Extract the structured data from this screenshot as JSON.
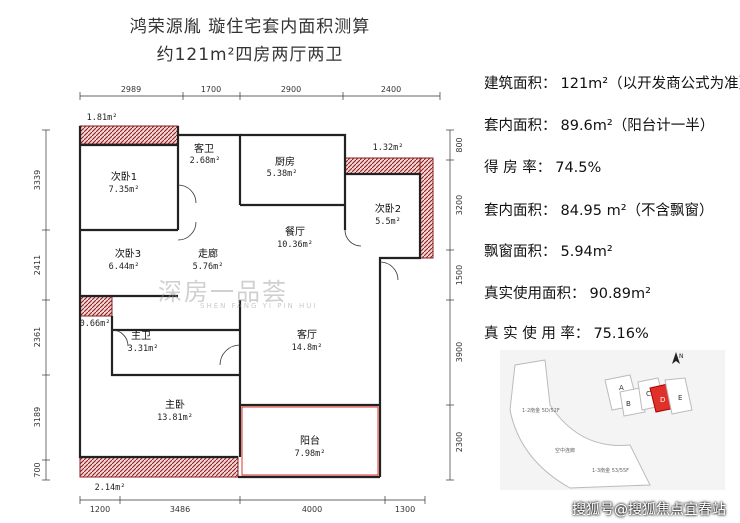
{
  "title": {
    "line1": "鸿荣源胤 璇住宅套内面积测算",
    "line2": "约121m²四房两厅两卫"
  },
  "stats": [
    {
      "label": "建筑面积：",
      "value": "121m²（以开发商公式为准）"
    },
    {
      "label": "套内面积：",
      "value": "89.6m²（阳台计一半）"
    },
    {
      "label": "得 房 率：",
      "value": "74.5%"
    },
    {
      "label": "套内面积：",
      "value": "84.95 m²（不含飘窗）"
    },
    {
      "label": "飘窗面积：",
      "value": "5.94m²"
    },
    {
      "label": "真实使用面积：",
      "value": "90.89m²"
    },
    {
      "label": "真 实 使 用 率：",
      "value": "75.16%"
    }
  ],
  "rooms": {
    "bedroom1": {
      "name": "次卧1",
      "area": "7.35m²"
    },
    "guest_bath": {
      "name": "客卫",
      "area": "2.68m²"
    },
    "kitchen": {
      "name": "厨房",
      "area": "5.38m²"
    },
    "bedroom2": {
      "name": "次卧2",
      "area": "5.5m²"
    },
    "bedroom3": {
      "name": "次卧3",
      "area": "6.44m²"
    },
    "corridor": {
      "name": "走廊",
      "area": "5.76m²"
    },
    "dining": {
      "name": "餐厅",
      "area": "10.36m²"
    },
    "master_bath": {
      "name": "主卫",
      "area": "3.31m²"
    },
    "living": {
      "name": "客厅",
      "area": "14.8m²"
    },
    "master_bedroom": {
      "name": "主卧",
      "area": "13.81m²"
    },
    "balcony": {
      "name": "阳台",
      "area": "7.98m²"
    }
  },
  "small_areas": {
    "top_left": "1.81m²",
    "top_right": "1.32m²",
    "left_mid": "0.66m²",
    "bottom": "2.14m²"
  },
  "dims": {
    "top": [
      "2989",
      "1700",
      "2900",
      "2400"
    ],
    "bottom": [
      "1200",
      "3486",
      "4000",
      "1300"
    ],
    "left": [
      "3339",
      "2411",
      "2361",
      "3189",
      "700"
    ],
    "right": [
      "800",
      "3200",
      "1500",
      "3900",
      "2300"
    ]
  },
  "watermark": {
    "main": "深房一品荟",
    "sub": "SHEN FANG YI PIN HUI"
  },
  "sitemap": {
    "label1": "1-2南金\n5D/52F",
    "label2": "1-3南金\n53/55F",
    "label3": "空中连廊",
    "buildings": [
      "A",
      "B",
      "C",
      "D",
      "E"
    ],
    "north": "N"
  },
  "footer": "搜狐号@搜狐焦点宜春站",
  "colors": {
    "wall": "#8a1c1c",
    "line": "#222222",
    "highlight": "#e0302a"
  }
}
